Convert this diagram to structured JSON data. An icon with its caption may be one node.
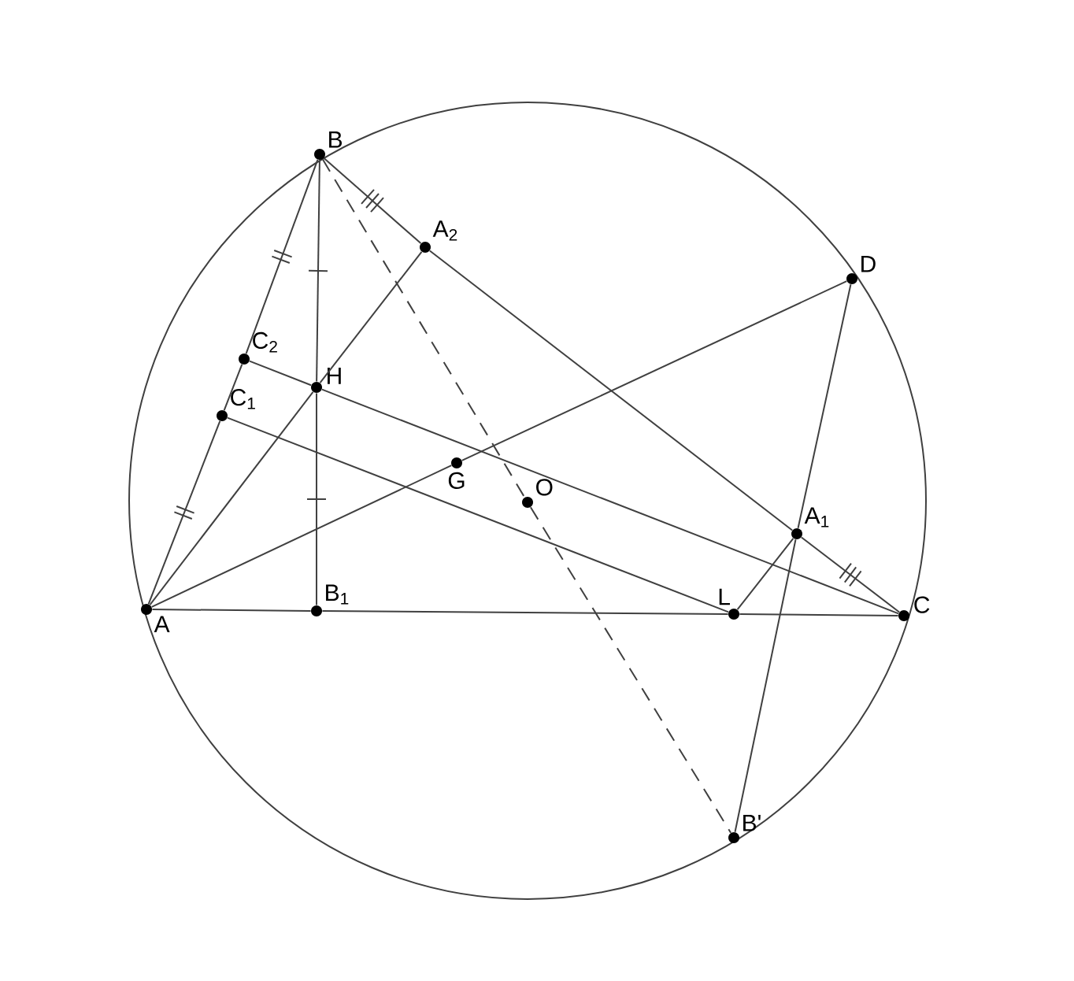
{
  "diagram": {
    "nodes": [
      {
        "text": [
          "B"
        ]
      },
      {
        "text": [
          "A$_{2}$"
        ]
      },
      {
        "text": [
          "D"
        ]
      },
      {
        "text": [
          "C$_{2}$"
        ]
      },
      {
        "text": [
          "H"
        ]
      },
      {
        "text": [
          "C$_{1}$"
        ]
      },
      {
        "text": [
          "G"
        ]
      },
      {
        "text": [
          "O"
        ]
      },
      {
        "text": [
          "A$_{1}$"
        ]
      },
      {
        "text": [
          "A"
        ]
      },
      {
        "text": [
          "B$_{1}$"
        ]
      },
      {
        "text": [
          "L"
        ]
      },
      {
        "text": [
          "C"
        ]
      },
      {
        "text": [
          "B'"
        ]
      }
    ],
    "edges": [
      {
        "from": 9,
        "to": 5,
        "arrow": "none"
      },
      {
        "from": 5,
        "to": 3,
        "arrow": "none"
      },
      {
        "from": 3,
        "to": 0,
        "arrow": "none"
      },
      {
        "from": 0,
        "to": 1,
        "arrow": "none"
      },
      {
        "from": 1,
        "to": 8,
        "arrow": "none"
      },
      {
        "from": 8,
        "to": 12,
        "arrow": "none"
      },
      {
        "from": 9,
        "to": 10,
        "arrow": "none"
      },
      {
        "from": 10,
        "to": 11,
        "arrow": "none"
      },
      {
        "from": 11,
        "to": 12,
        "arrow": "none"
      },
      {
        "from": 0,
        "to": 4,
        "arrow": "none"
      },
      {
        "from": 4,
        "to": 10,
        "arrow": "none"
      },
      {
        "from": 9,
        "to": 4,
        "arrow": "none"
      },
      {
        "from": 4,
        "to": 1,
        "arrow": "none"
      },
      {
        "from": 3,
        "to": 4,
        "arrow": "none"
      },
      {
        "from": 4,
        "to": 12,
        "arrow": "none"
      },
      {
        "from": 5,
        "to": 11,
        "arrow": "none"
      },
      {
        "from": 9,
        "to": 6,
        "arrow": "none"
      },
      {
        "from": 6,
        "to": 2,
        "arrow": "none"
      },
      {
        "from": 2,
        "to": 8,
        "arrow": "none"
      },
      {
        "from": 8,
        "to": 13,
        "arrow": "none"
      },
      {
        "from": 8,
        "to": 11,
        "arrow": "none"
      },
      {
        "from": 0,
        "to": 7,
        "arrow": "none",
        "style": "dashed"
      },
      {
        "from": 7,
        "to": 13,
        "arrow": "none",
        "style": "dashed"
      }
    ]
  }
}
